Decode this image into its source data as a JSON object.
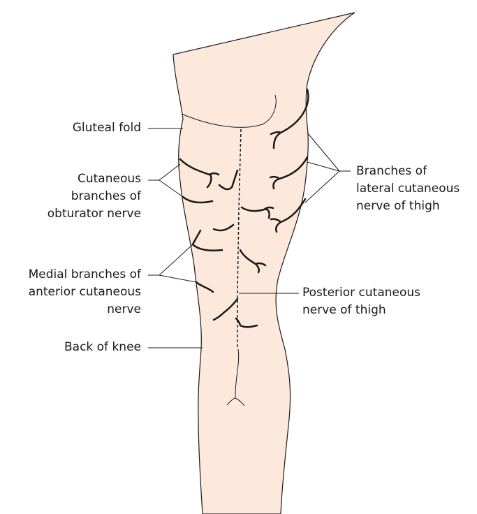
{
  "labels": {
    "gluteal_fold": [
      "Gluteal fold"
    ],
    "obturator": [
      "Cutaneous",
      "branches of",
      "obturator nerve"
    ],
    "anterior": [
      "Medial branches of",
      "anterior cutaneous",
      "nerve"
    ],
    "back_of_knee": [
      "Back of knee"
    ],
    "lateral": [
      "Branches of",
      "lateral cutaneous",
      "nerve of thigh"
    ],
    "posterior": [
      "Posterior cutaneous",
      "nerve of thigh"
    ]
  },
  "colors": {
    "skin": "#fde8dc",
    "outline": "#1a1a1a"
  }
}
